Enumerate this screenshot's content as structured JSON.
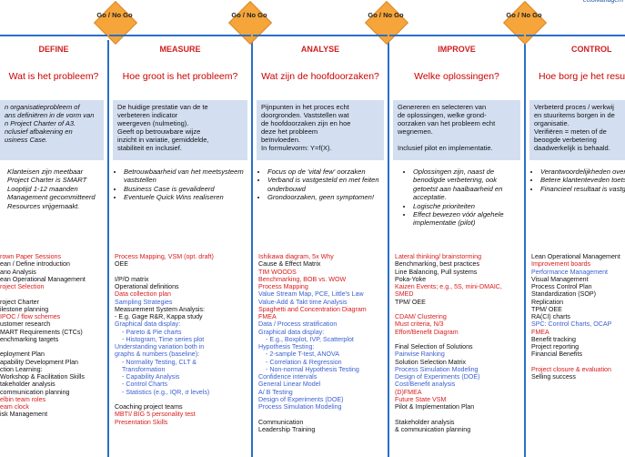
{
  "corner_text": "ectoManagem",
  "gate_label": "Go / No Go",
  "phases": [
    {
      "title": "DEFINE",
      "question": "Wat is het probleem?",
      "description_lines": [
        "n organisatieprobleem of",
        "ans definiëren in de vorm van",
        "n Project Charter of A3.",
        "nclusief afbakening en",
        "usiness Case."
      ],
      "results": [
        "Klanteisen zijn meetbaar",
        "Project Charter is SMART",
        "Looptijd 1-12 maanden",
        "Management gecommitteerd",
        "Resources vrijgemaakt."
      ],
      "tools": [
        {
          "t": "rown Paper Sessions",
          "c": "red"
        },
        {
          "t": "ean / Define introduction",
          "c": "black"
        },
        {
          "t": "ano Analysis",
          "c": "black"
        },
        {
          "t": "ean Operational Management",
          "c": "black"
        },
        {
          "t": "roject Selection",
          "c": "red"
        },
        {
          "t": "",
          "c": "black"
        },
        {
          "t": "roject Charter",
          "c": "black"
        },
        {
          "t": "ilestone planning",
          "c": "black"
        },
        {
          "t": "IPOC / flow schemes",
          "c": "red"
        },
        {
          "t": "ustomer research",
          "c": "black"
        },
        {
          "t": "MART Requirements (CTCs)",
          "c": "black"
        },
        {
          "t": "enchmarking targets",
          "c": "black"
        },
        {
          "t": "",
          "c": "black"
        },
        {
          "t": "eployment Plan",
          "c": "black"
        },
        {
          "t": "apability Development Plan",
          "c": "black"
        },
        {
          "t": "ction Learning:",
          "c": "black"
        },
        {
          "t": "Workshop & Facilitation Skills",
          "c": "black"
        },
        {
          "t": "takeholder analysis",
          "c": "black"
        },
        {
          "t": "communication planning",
          "c": "black"
        },
        {
          "t": "elbin team roles",
          "c": "red"
        },
        {
          "t": "eam clock",
          "c": "red"
        },
        {
          "t": "isk Management",
          "c": "black"
        }
      ]
    },
    {
      "title": "MEASURE",
      "question": "Hoe groot is het probleem?",
      "description_lines": [
        "De huidige prestatie van de te",
        "verbeteren indicator",
        "weergeven (nulmeting).",
        "Geeft op betrouwbare wijze",
        "inzicht in variatie, gemiddelde,",
        "stabiliteit en inclusief."
      ],
      "results": [
        "Betrouwbaarheid van het meetsysteem vaststellen",
        "Business Case is  gevalideerd",
        "Eventuele Quick Wins realiseren"
      ],
      "tools": [
        {
          "t": "Process Mapping, VSM (opt. draft)",
          "c": "red"
        },
        {
          "t": "OEE",
          "c": "black"
        },
        {
          "t": "",
          "c": "black"
        },
        {
          "t": "I/P/O matrix",
          "c": "black"
        },
        {
          "t": "Operational definitions",
          "c": "black"
        },
        {
          "t": "Data collection plan",
          "c": "red"
        },
        {
          "t": "Sampling Strategies",
          "c": "blue"
        },
        {
          "t": "Measurement System Analysis:",
          "c": "black"
        },
        {
          "t": "- E.g. Gage R&R, Kappa study",
          "c": "black"
        },
        {
          "t": "Graphical data display:",
          "c": "blue"
        },
        {
          "t": "- Pareto & Pie charts",
          "c": "blue",
          "sub": true
        },
        {
          "t": "- Histogram, Time series plot",
          "c": "blue",
          "sub": true
        },
        {
          "t": "Understanding variation both in",
          "c": "blue"
        },
        {
          "t": "graphs & numbers (baseline):",
          "c": "blue"
        },
        {
          "t": "- Normality Testing, CLT &",
          "c": "blue",
          "sub": true
        },
        {
          "t": "  Transformation",
          "c": "blue",
          "sub": true
        },
        {
          "t": "- Capability Analysis",
          "c": "blue",
          "sub": true
        },
        {
          "t": "- Control Charts",
          "c": "blue",
          "sub": true
        },
        {
          "t": "- Statistics (e.g., IQR, σ levels)",
          "c": "blue",
          "sub": true
        },
        {
          "t": "",
          "c": "black"
        },
        {
          "t": "Coaching project teams",
          "c": "black"
        },
        {
          "t": "MBTI/ BIG 5 personality test",
          "c": "red"
        },
        {
          "t": "Presentation Skills",
          "c": "red"
        }
      ]
    },
    {
      "title": "ANALYSE",
      "question": "Wat zijn de hoofdoorzaken?",
      "description_lines": [
        "Pijnpunten  in het proces echt",
        "doorgronden. Vaststellen wat",
        "de hoofdoorzaken zijn en hoe",
        "deze het probleem",
        "beïnvloeden.",
        "In formulevorm:  Y=f(X)."
      ],
      "results": [
        "Focus op de 'vital few' oorzaken",
        "Verband is vastgesteld en met feiten onderbouwd",
        "Grondoorzaken, geen symptomen!"
      ],
      "tools": [
        {
          "t": "Ishikawa diagram, 5x Why",
          "c": "red"
        },
        {
          "t": "Cause & Effect Matrix",
          "c": "black"
        },
        {
          "t": "TIM WOODS",
          "c": "red"
        },
        {
          "t": "Benchmarking, BOB vs. WOW",
          "c": "red"
        },
        {
          "t": "Process Mapping",
          "c": "red"
        },
        {
          "t": "Value Stream Map,  PCE, Little's Law",
          "c": "blue"
        },
        {
          "t": "Value-Add  & Takt time Analysis",
          "c": "blue"
        },
        {
          "t": "Spaghetti and Concentration Diagram",
          "c": "red"
        },
        {
          "t": "FMEA",
          "c": "red"
        },
        {
          "t": "Data / Process stratification",
          "c": "blue"
        },
        {
          "t": "Graphical data display:",
          "c": "blue"
        },
        {
          "t": "- E.g., Boxplot, IVP,  Scatterplot",
          "c": "blue",
          "sub": true
        },
        {
          "t": "Hypothesis Testing:",
          "c": "blue"
        },
        {
          "t": "- 2-sample T-test, ANOVA",
          "c": "blue",
          "sub": true
        },
        {
          "t": "- Correlation & Regression",
          "c": "blue",
          "sub": true
        },
        {
          "t": "- Non-normal Hypothesis Testing",
          "c": "blue",
          "sub": true
        },
        {
          "t": "Confidence intervals",
          "c": "blue"
        },
        {
          "t": "General Linear Model",
          "c": "blue"
        },
        {
          "t": "A/ B Testing",
          "c": "blue"
        },
        {
          "t": "Design of Experiments (DOE)",
          "c": "blue"
        },
        {
          "t": "Process Simulation Modeling",
          "c": "blue"
        },
        {
          "t": "",
          "c": "black"
        },
        {
          "t": "Communication",
          "c": "black"
        },
        {
          "t": "Leadership Training",
          "c": "black"
        }
      ]
    },
    {
      "title": "IMPROVE",
      "question": "Welke oplossingen?",
      "description_lines": [
        "Genereren en selecteren van",
        "de oplossingen, welke grond-",
        "oorzaken van het probleem echt",
        "wegnemen.",
        "",
        "Inclusief pilot en implementatie."
      ],
      "results": [
        "Oplossingen zijn, naast de benodigde verbetering, ook getoetst aan haalbaarheid en acceptatie.",
        "Logische prioriteiten",
        "Effect bewezen vóór algehele implementatie (pilot)"
      ],
      "tools": [
        {
          "t": "Lateral thinking/ brainstorming",
          "c": "red"
        },
        {
          "t": "Benchmarking, best practices",
          "c": "black"
        },
        {
          "t": "Line Balancing, Pull systems",
          "c": "black"
        },
        {
          "t": "Poka-Yoke",
          "c": "black"
        },
        {
          "t": "Kaizen Events; e.g., 5S, mini-DMAIC,",
          "c": "red"
        },
        {
          "t": "SMED",
          "c": "red"
        },
        {
          "t": "TPM/ OEE",
          "c": "black"
        },
        {
          "t": "",
          "c": "black"
        },
        {
          "t": "CDAM/ Clustering",
          "c": "red"
        },
        {
          "t": "Must criteria, N/3",
          "c": "red"
        },
        {
          "t": "Effort/Benefit Diagram",
          "c": "red"
        },
        {
          "t": "",
          "c": "black"
        },
        {
          "t": "Final Selection of Solutions",
          "c": "black"
        },
        {
          "t": "Pairwise Ranking",
          "c": "blue"
        },
        {
          "t": "Solution Selection Matrix",
          "c": "black"
        },
        {
          "t": "Process Simulation Modeling",
          "c": "blue"
        },
        {
          "t": "Design of Experiments (DOE)",
          "c": "blue"
        },
        {
          "t": "Cost/Benefit analysis",
          "c": "blue"
        },
        {
          "t": "(D)FMEA",
          "c": "red"
        },
        {
          "t": "Future State VSM",
          "c": "red"
        },
        {
          "t": "Pilot & Implementation Plan",
          "c": "black"
        },
        {
          "t": "",
          "c": "black"
        },
        {
          "t": "Stakeholder analysis",
          "c": "black"
        },
        {
          "t": "& communication planning",
          "c": "black"
        }
      ]
    },
    {
      "title": "CONTROL",
      "question": "Hoe borg je het resul",
      "description_lines": [
        "Verbeterd proces / werkwij",
        "en stuuritems borgen in de",
        "organisatie.",
        "Verifiëren = meten of de",
        "beoogde verbetering",
        "daadwerkelijk is behaald."
      ],
      "results": [
        "Verantwoordelijkheden overgedragen naar de",
        "Betere klantenteveden toetsen (interviews/qu",
        "Financieel resultaat is vastgesteld (door de controller)"
      ],
      "tools": [
        {
          "t": "Lean Operational Management",
          "c": "black"
        },
        {
          "t": "Improvement boards",
          "c": "red"
        },
        {
          "t": "Performance Management",
          "c": "blue"
        },
        {
          "t": "Visual Management",
          "c": "black"
        },
        {
          "t": "Process Control Plan",
          "c": "black"
        },
        {
          "t": "Standardization (SOP)",
          "c": "black"
        },
        {
          "t": "Replication",
          "c": "black"
        },
        {
          "t": "TPM/ OEE",
          "c": "black"
        },
        {
          "t": "RA(CI) charts",
          "c": "black"
        },
        {
          "t": "SPC: Control Charts, OCAP",
          "c": "blue"
        },
        {
          "t": "FMEA",
          "c": "red"
        },
        {
          "t": "Benefit tracking",
          "c": "black"
        },
        {
          "t": "Project reporting",
          "c": "black"
        },
        {
          "t": "Financial Benefits",
          "c": "black"
        },
        {
          "t": "",
          "c": "black"
        },
        {
          "t": "Project closure & evaluation",
          "c": "red"
        },
        {
          "t": "Selling success",
          "c": "black"
        }
      ]
    }
  ]
}
